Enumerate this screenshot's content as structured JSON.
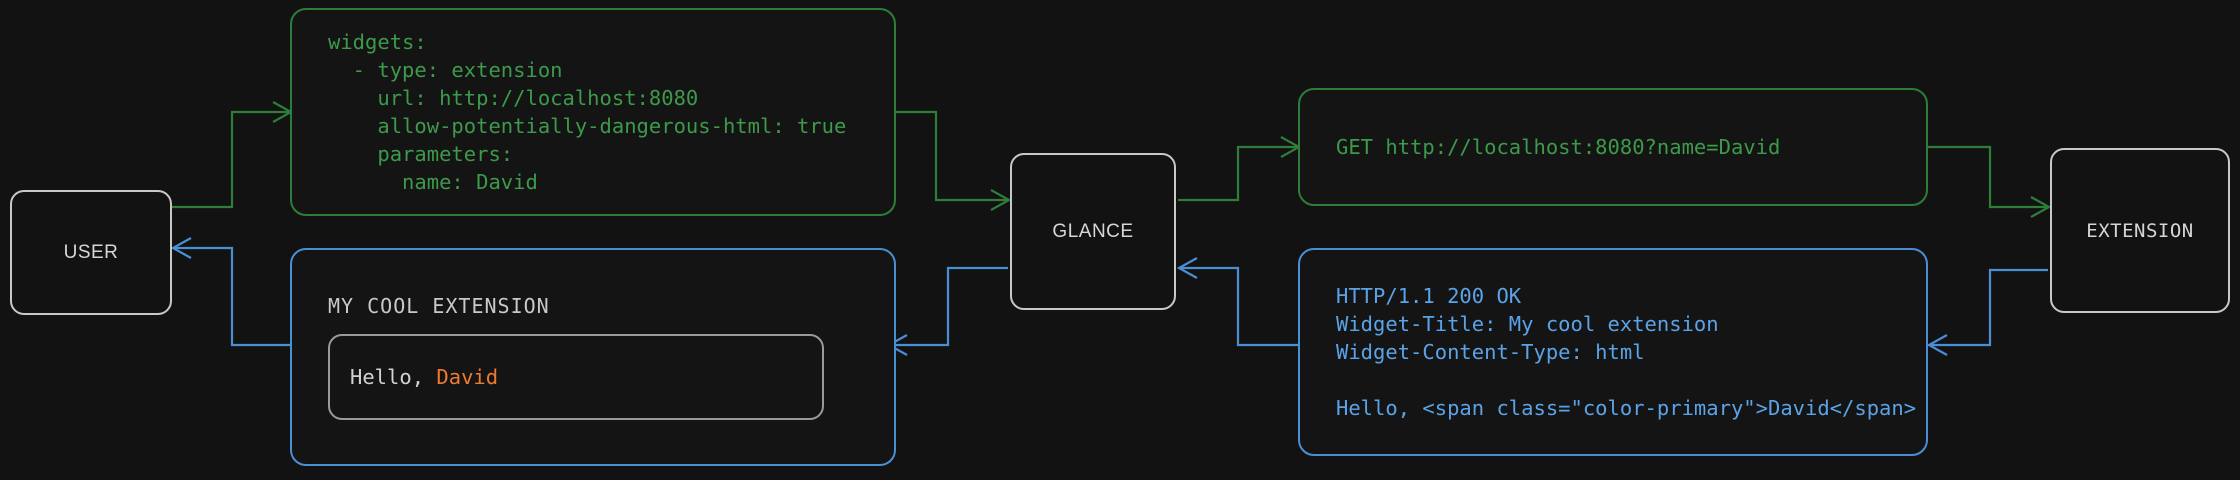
{
  "theme": {
    "background": "#121212",
    "node_border": "#c8c8c8",
    "node_text": "#d6d6d6",
    "request_green": "#3c9a4a",
    "request_green_border": "#2e7d39",
    "response_blue": "#5ba3e8",
    "response_blue_border": "#4a8fd4",
    "accent_orange": "#ef7a2f",
    "inner_box_border": "#9a9a9a"
  },
  "nodes": {
    "user": {
      "label": "USER"
    },
    "glance": {
      "label": "GLANCE"
    },
    "extension": {
      "label": "EXTENSION"
    }
  },
  "messages": {
    "config_yaml": {
      "kind": "request",
      "color": "#3c9a4a",
      "text": "widgets:\n  - type: extension\n    url: http://localhost:8080\n    allow-potentially-dangerous-html: true\n    parameters:\n      name: David"
    },
    "http_request": {
      "kind": "request",
      "color": "#3c9a4a",
      "text": "GET http://localhost:8080?name=David"
    },
    "http_response": {
      "kind": "response",
      "color": "#5ba3e8",
      "text": "HTTP/1.1 200 OK\nWidget-Title: My cool extension\nWidget-Content-Type: html\n\nHello, <span class=\"color-primary\">David</span>"
    },
    "rendered_widget": {
      "kind": "response",
      "color": "#5ba3e8",
      "title": "MY COOL EXTENSION",
      "body_prefix": "Hello, ",
      "body_name": "David"
    }
  },
  "edges": [
    {
      "from": "user",
      "to": "config_yaml",
      "kind": "request",
      "color": "#2e7d39"
    },
    {
      "from": "config_yaml",
      "to": "glance",
      "kind": "request",
      "color": "#2e7d39"
    },
    {
      "from": "glance",
      "to": "http_request",
      "kind": "request",
      "color": "#2e7d39"
    },
    {
      "from": "http_request",
      "to": "extension",
      "kind": "request",
      "color": "#2e7d39"
    },
    {
      "from": "extension",
      "to": "http_response",
      "kind": "response",
      "color": "#4a8fd4"
    },
    {
      "from": "http_response",
      "to": "glance",
      "kind": "response",
      "color": "#4a8fd4"
    },
    {
      "from": "glance",
      "to": "rendered_widget",
      "kind": "response",
      "color": "#4a8fd4"
    },
    {
      "from": "rendered_widget",
      "to": "user",
      "kind": "response",
      "color": "#4a8fd4"
    }
  ]
}
